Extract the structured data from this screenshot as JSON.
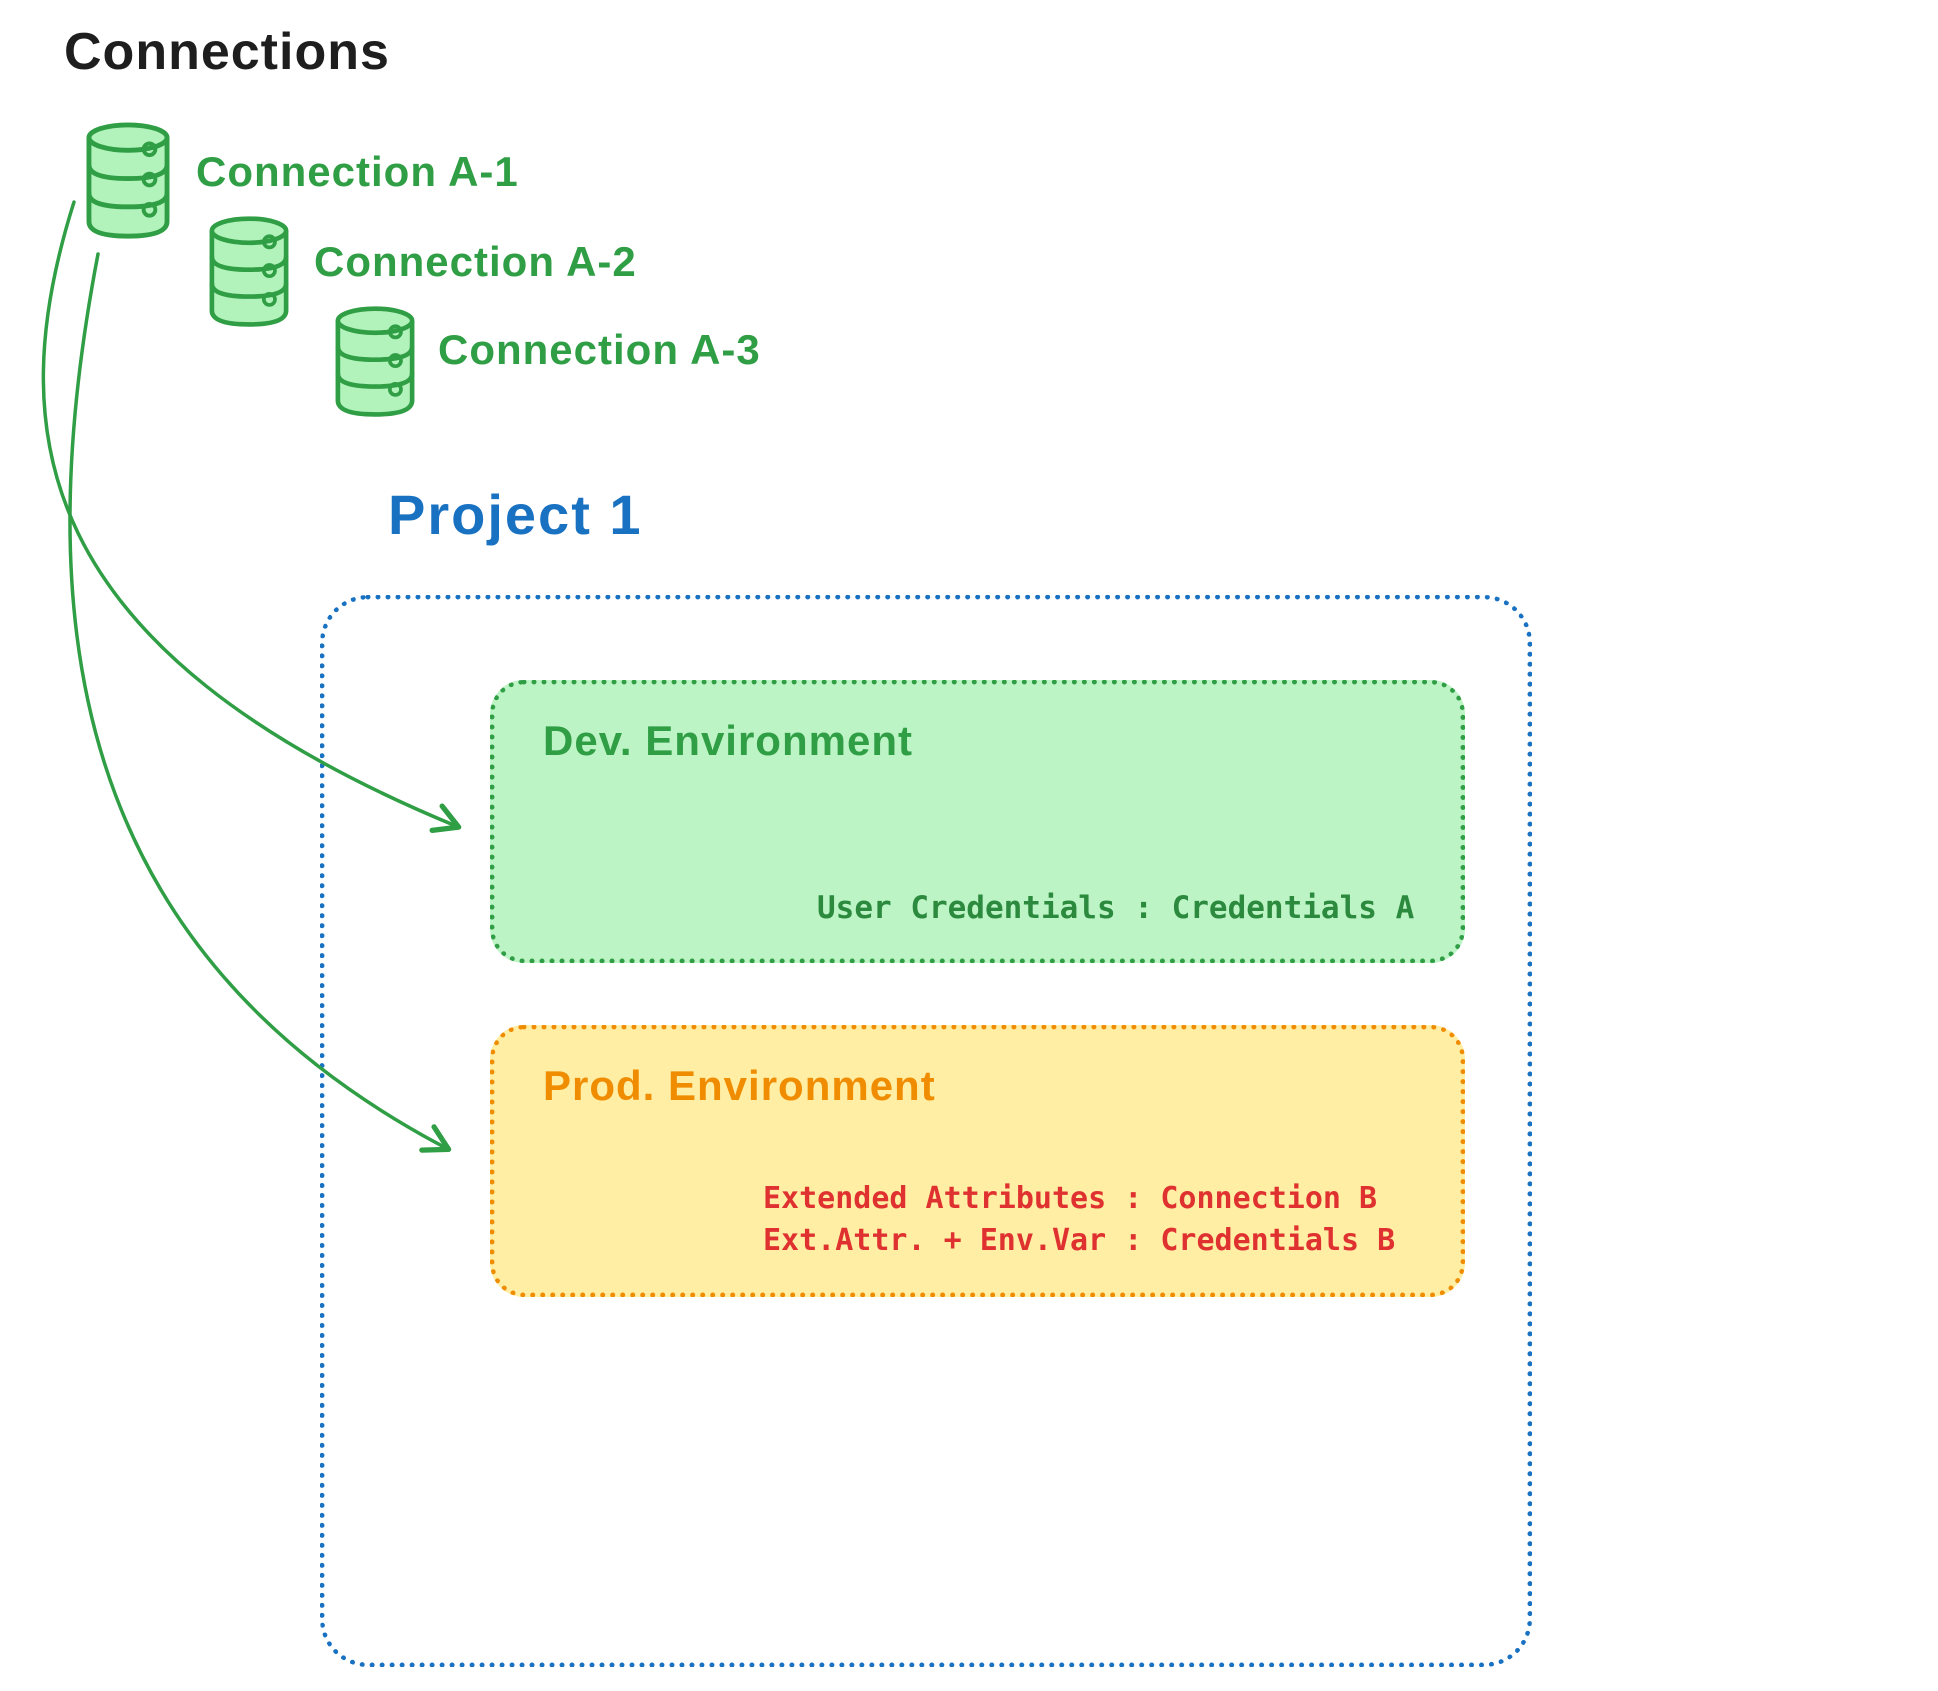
{
  "title": "Connections",
  "connections": [
    {
      "label": "Connection A-1"
    },
    {
      "label": "Connection A-2"
    },
    {
      "label": "Connection A-3"
    }
  ],
  "project": {
    "title": "Project 1",
    "dev_environment": {
      "title": "Dev. Environment",
      "credentials_line": "User Credentials : Credentials A"
    },
    "prod_environment": {
      "title": "Prod. Environment",
      "line1": "Extended Attributes : Connection B",
      "line2": "Ext.Attr. + Env.Var : Credentials B"
    }
  },
  "colors": {
    "green_stroke": "#2f9e44",
    "green_fill": "#b2f2bb",
    "blue": "#1971c2",
    "orange_stroke": "#f08c00",
    "orange_fill": "#ffec99",
    "red": "#e03131",
    "black": "#1e1e1e"
  }
}
